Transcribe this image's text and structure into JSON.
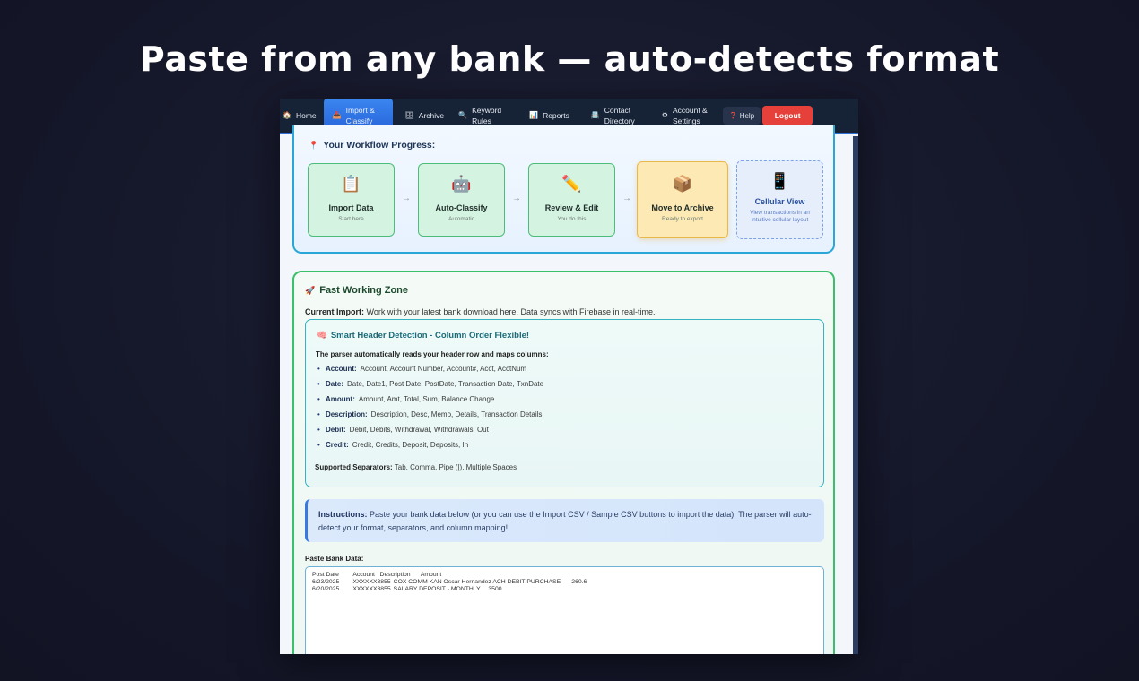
{
  "headline": "Paste from any bank — auto-detects format",
  "nav": {
    "items": [
      {
        "icon": "🏠",
        "label": "Home"
      },
      {
        "icon": "📥",
        "label": "Import & Classify",
        "active": true
      },
      {
        "icon": "🗄",
        "label": "Archive"
      },
      {
        "icon": "🔍",
        "label": "Keyword Rules"
      },
      {
        "icon": "📊",
        "label": "Reports"
      },
      {
        "icon": "📇",
        "label": "Contact Directory"
      },
      {
        "icon": "⚙",
        "label": "Account & Settings"
      }
    ],
    "help": {
      "icon": "❓",
      "label": "Help"
    },
    "logout": "Logout"
  },
  "progress": {
    "icon": "📍",
    "title": "Your Workflow Progress:",
    "steps": [
      {
        "icon": "📋",
        "label": "Import Data",
        "sub": "Start here"
      },
      {
        "icon": "🤖",
        "label": "Auto-Classify",
        "sub": "Automatic"
      },
      {
        "icon": "✏️",
        "label": "Review & Edit",
        "sub": "You do this"
      },
      {
        "icon": "📦",
        "label": "Move to Archive",
        "sub": "Ready to export"
      },
      {
        "icon": "📱",
        "label": "Cellular View",
        "sub": "View transactions in an intuitive cellular layout"
      }
    ],
    "arrow": "→"
  },
  "fast": {
    "icon": "🚀",
    "title": "Fast Working Zone",
    "current_import_label": "Current Import:",
    "current_import_text": "Work with your latest bank download here. Data syncs with Firebase in real-time.",
    "smart": {
      "icon": "🧠",
      "title": "Smart Header Detection - Column Order Flexible!",
      "intro": "The parser automatically reads your header row and maps columns:",
      "mappings": [
        {
          "key": "Account:",
          "values": "Account, Account Number, Account#, Acct, AcctNum"
        },
        {
          "key": "Date:",
          "values": "Date, Date1, Post Date, PostDate, Transaction Date, TxnDate"
        },
        {
          "key": "Amount:",
          "values": "Amount, Amt, Total, Sum, Balance Change"
        },
        {
          "key": "Description:",
          "values": "Description, Desc, Memo, Details, Transaction Details"
        },
        {
          "key": "Debit:",
          "values": "Debit, Debits, Withdrawal, Withdrawals, Out"
        },
        {
          "key": "Credit:",
          "values": "Credit, Credits, Deposit, Deposits, In"
        }
      ],
      "separators_label": "Supported Separators:",
      "separators_text": "Tab, Comma, Pipe (|), Multiple Spaces"
    },
    "instructions_label": "Instructions:",
    "instructions_text": "Paste your bank data below (or you can use the Import CSV / Sample CSV buttons to import the data). The parser will auto-detect your format, separators, and column mapping!",
    "paste_label": "Paste Bank Data:",
    "paste_value": "Post Date\tAccount\tDescription\tAmount\n6/23/2025\tXXXXXX3855\tCOX COMM KAN Oscar Hernandez ACH DEBIT PURCHASE\t-260.6\n6/20/2025\tXXXXXX3855\tSALARY DEPOSIT - MONTHLY\t3500\n"
  }
}
